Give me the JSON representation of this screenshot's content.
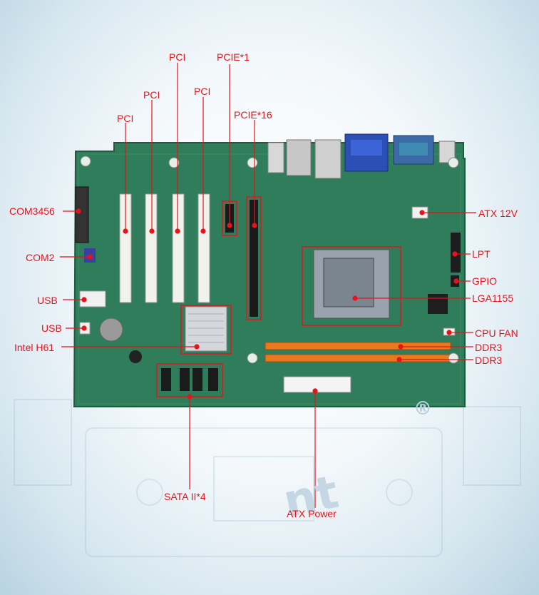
{
  "labels": {
    "pci_1": "PCI",
    "pci_2": "PCI",
    "pci_3": "PCI",
    "pci_4": "PCI",
    "pcie1": "PCIE*1",
    "pcie16": "PCIE*16",
    "com3456": "COM3456",
    "com2": "COM2",
    "usb_1": "USB",
    "usb_2": "USB",
    "intel_h61": "Intel H61",
    "atx12v": "ATX 12V",
    "lpt": "LPT",
    "gpio": "GPIO",
    "lga1155": "LGA1155",
    "cpu_fan": "CPU FAN",
    "ddr3_1": "DDR3",
    "ddr3_2": "DDR3",
    "sata": "SATA II*4",
    "atx_power": "ATX Power"
  },
  "watermark": {
    "brand": "nt",
    "registered": "®"
  },
  "colors": {
    "label": "#e8131a",
    "pcb": "#2f7d5a",
    "ddr_slot": "#e8791f",
    "background": "#eef5fa"
  }
}
